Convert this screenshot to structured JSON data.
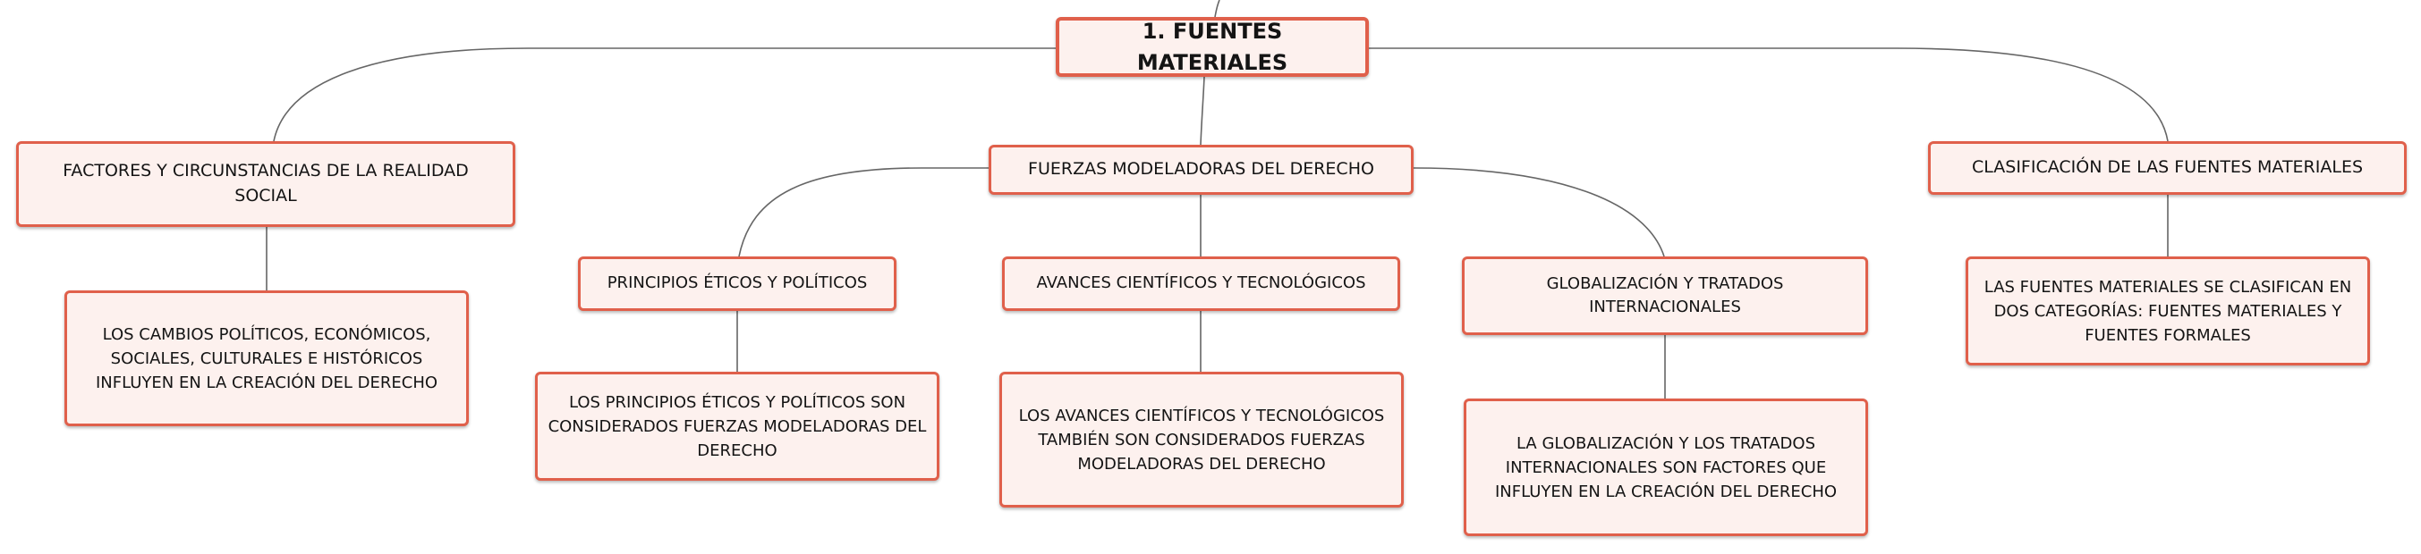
{
  "root": {
    "label": "1. FUENTES MATERIALES"
  },
  "branches": [
    {
      "label": "FACTORES Y CIRCUNSTANCIAS DE LA REALIDAD SOCIAL",
      "detail": "LOS CAMBIOS POLÍTICOS, ECONÓMICOS, SOCIALES, CULTURALES E HISTÓRICOS INFLUYEN EN LA CREACIÓN DEL DERECHO"
    },
    {
      "label": "FUERZAS MODELADORAS DEL DERECHO",
      "children": [
        {
          "label": "PRINCIPIOS ÉTICOS Y POLÍTICOS",
          "detail": "LOS PRINCIPIOS ÉTICOS Y POLÍTICOS SON CONSIDERADOS FUERZAS MODELADORAS DEL DERECHO"
        },
        {
          "label": "AVANCES CIENTÍFICOS Y TECNOLÓGICOS",
          "detail": "LOS AVANCES CIENTÍFICOS Y TECNOLÓGICOS TAMBIÉN SON CONSIDERADOS FUERZAS MODELADORAS DEL DERECHO"
        },
        {
          "label": "GLOBALIZACIÓN Y TRATADOS INTERNACIONALES",
          "detail": "LA GLOBALIZACIÓN Y LOS TRATADOS INTERNACIONALES SON FACTORES QUE INFLUYEN EN LA CREACIÓN DEL DERECHO"
        }
      ]
    },
    {
      "label": "CLASIFICACIÓN DE LAS FUENTES MATERIALES",
      "detail": "LAS FUENTES MATERIALES SE CLASIFICAN EN DOS CATEGORÍAS: FUENTES MATERIALES Y FUENTES FORMALES"
    }
  ],
  "colors": {
    "node_border": "#e0604b",
    "node_fill": "#fdf1ee",
    "connector": "#666666",
    "text": "#141414"
  }
}
